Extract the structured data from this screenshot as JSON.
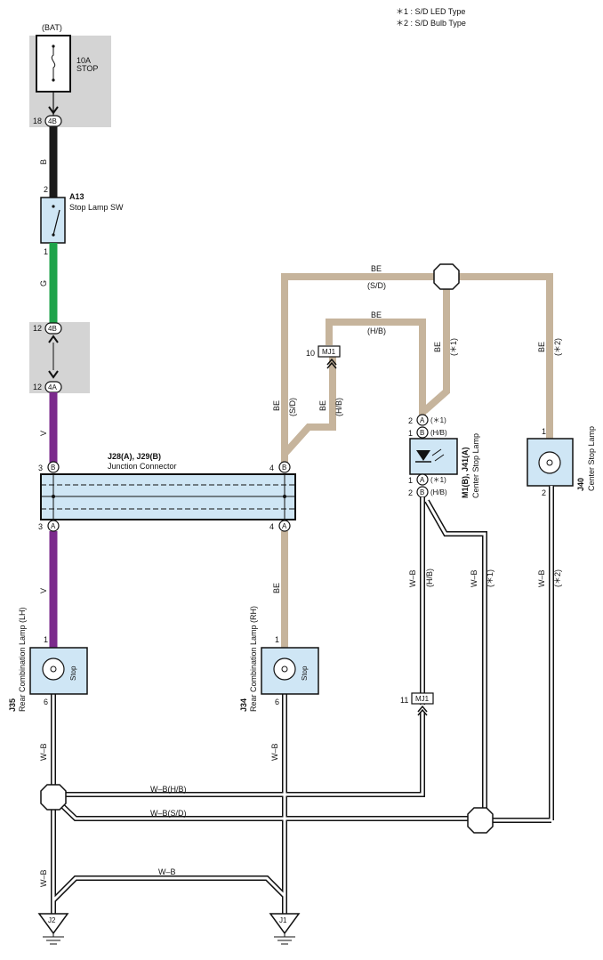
{
  "legend": {
    "note1": "＊1 : S/D LED Type",
    "note2": "＊2 : S/D Bulb Type"
  },
  "fuse": {
    "source": "(BAT)",
    "rating": "10A",
    "name": "STOP"
  },
  "connectors": {
    "c4B": "4B",
    "c4A": "4A",
    "cA": "A",
    "cB": "B",
    "mj1": "MJ1"
  },
  "pins": {
    "p18": "18",
    "p12a": "12",
    "p12b": "12",
    "p2": "2",
    "p1": "1",
    "p3a": "3",
    "p3b": "3",
    "p4a": "4",
    "p4b": "4",
    "p10": "10",
    "p11": "11",
    "p6a": "6",
    "p6b": "6",
    "p1b": "1",
    "p1c": "1",
    "p2c": "2",
    "p1d": "1",
    "p2d": "2",
    "p1e": "1",
    "p2e": "2"
  },
  "switch": {
    "id": "A13",
    "name": "Stop Lamp SW"
  },
  "junction": {
    "id": "J28(A), J29(B)",
    "name": "Junction Connector"
  },
  "wires": {
    "b": "B",
    "g": "G",
    "v1": "V",
    "v2": "V",
    "be1": "BE",
    "be2": "BE",
    "be3": "BE",
    "be4": "BE",
    "be5": "BE",
    "be6": "BE",
    "wb1": "W–B",
    "wb2": "W–B",
    "wb3": "W–B",
    "wb4": "W–B",
    "wb5": "W–B",
    "wb6": "W–B",
    "sd1": "(S/D)",
    "sd2": "(S/D)",
    "hb1": "(H/B)",
    "hb2": "(H/B)",
    "hb3": "(H/B)",
    "star1a": "(＊1)",
    "star1b": "(＊1)",
    "star2a": "(＊2)",
    "star2b": "(＊2)",
    "wbhb": "W–B(H/B)",
    "wbsd": "W–B(S/D)",
    "wbbottom": "W–B",
    "tag1a": "(＊1)",
    "tag1b": "(H/B)",
    "tag1c": "(＊1)",
    "tag1d": "(H/B)"
  },
  "lamps": {
    "lh": {
      "id": "J35",
      "name": "Rear Combination Lamp (LH)",
      "label": "Stop"
    },
    "rh": {
      "id": "J34",
      "name": "Rear Combination Lamp (RH)",
      "label": "Stop"
    },
    "center_led": {
      "id": "M1(B), J41(A)",
      "name": "Center Stop Lamp"
    },
    "center_bulb": {
      "id": "J40",
      "name": "Center Stop Lamp"
    }
  },
  "grounds": {
    "g1": "J2",
    "g2": "J1"
  },
  "colors": {
    "black": "#1a1a1a",
    "green": "#1ea34a",
    "violet": "#7b2a8c",
    "beige": "#c6b49c",
    "box": "#cfe6f5",
    "shade": "#d4d4d4"
  }
}
